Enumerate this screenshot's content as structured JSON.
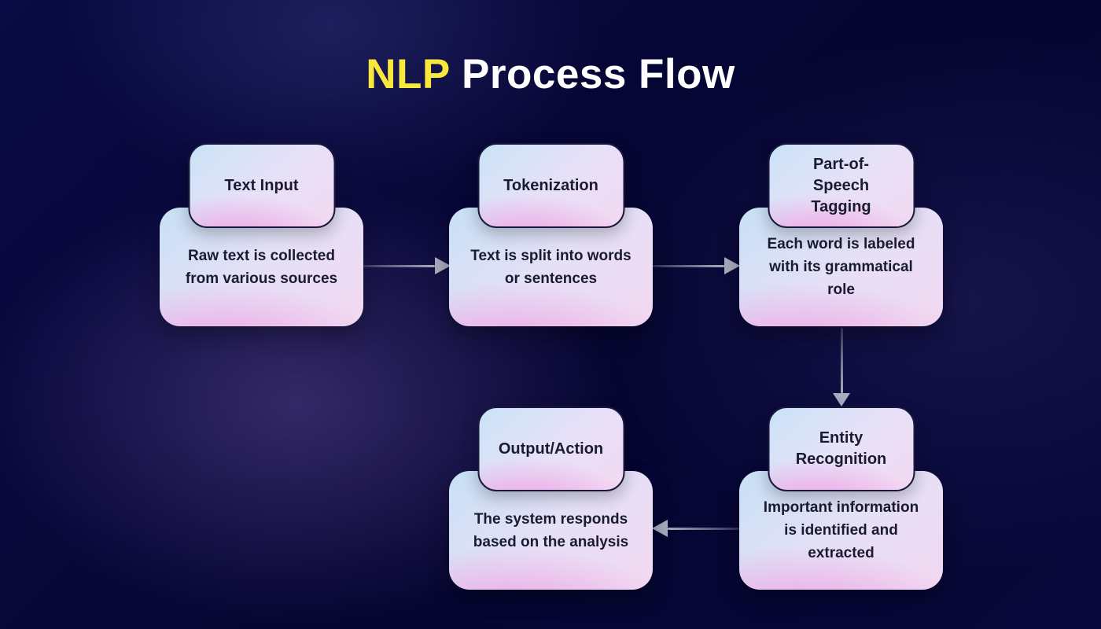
{
  "title": {
    "highlight": "NLP",
    "rest": " Process Flow"
  },
  "colors": {
    "background_base": "#050531",
    "title_highlight": "#f7e83b",
    "title_text": "#ffffff",
    "node_gradient_top": "#c9e2f6",
    "node_gradient_mid": "#e7e1f8",
    "node_gradient_pink": "#ee94dd",
    "node_border": "#181840",
    "node_text": "#1b1b30",
    "arrow": "#a8acbe"
  },
  "nodes": [
    {
      "id": "text-input",
      "title": "Text Input",
      "description": "Raw text is collected\nfrom various sources"
    },
    {
      "id": "tokenization",
      "title": "Tokenization",
      "description": "Text is split into words\nor sentences"
    },
    {
      "id": "pos-tagging",
      "title": "Part-of-\nSpeech\nTagging",
      "description": "Each word is labeled\nwith its grammatical\nrole"
    },
    {
      "id": "entity-recognition",
      "title": "Entity\nRecognition",
      "description": "Important information\nis identified and\nextracted"
    },
    {
      "id": "output-action",
      "title": "Output/Action",
      "description": "The system responds\nbased on the analysis"
    }
  ],
  "edges": [
    {
      "from": "text-input",
      "to": "tokenization",
      "direction": "right"
    },
    {
      "from": "tokenization",
      "to": "pos-tagging",
      "direction": "right"
    },
    {
      "from": "pos-tagging",
      "to": "entity-recognition",
      "direction": "down"
    },
    {
      "from": "entity-recognition",
      "to": "output-action",
      "direction": "left"
    }
  ]
}
